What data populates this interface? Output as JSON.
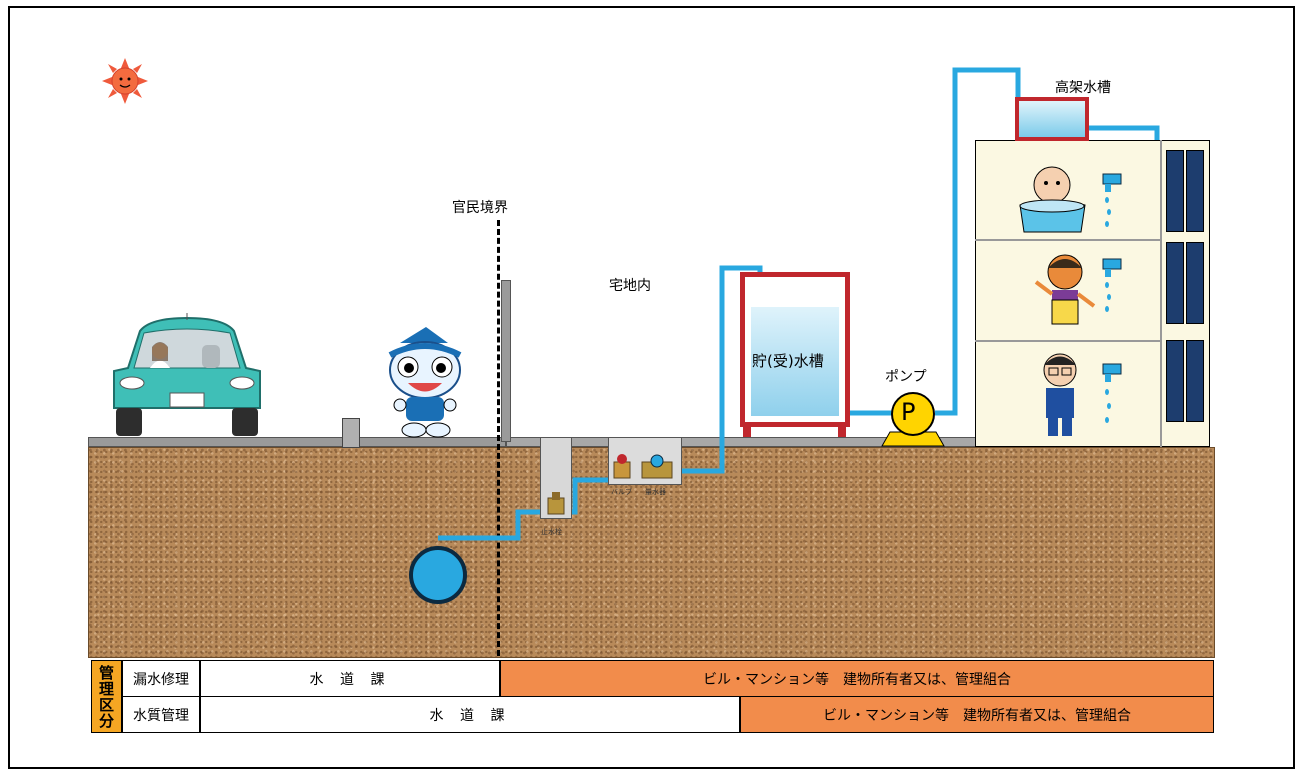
{
  "labels": {
    "boundary": "官民境界",
    "premises": "宅地内",
    "storage_tank": "貯(受)水槽",
    "pump": "ポンプ",
    "pump_letter": "P",
    "elevated_tank": "高架水槽",
    "stop_valve": "止水栓",
    "valve": "バルブ",
    "meter": "量水器"
  },
  "table": {
    "header": [
      "管",
      "理",
      "区",
      "分"
    ],
    "rows": [
      {
        "label": "漏水修理",
        "public": "水 道 課",
        "private": "ビル・マンション等　建物所有者又は、管理組合"
      },
      {
        "label": "水質管理",
        "public": "水 道 課",
        "private": "ビル・マンション等　建物所有者又は、管理組合"
      }
    ]
  },
  "colors": {
    "pipe": "#29a8e0",
    "ground": "#b88a5a",
    "responsibility_private": "#f28c4b",
    "header": "#f5a623",
    "tank_frame": "#c0272d",
    "pump": "#ffd400"
  },
  "icons": [
    "sun-icon",
    "car-icon",
    "mascot-icon",
    "water-main-icon",
    "stop-valve-icon",
    "meter-icon",
    "pump-icon",
    "faucet-icon"
  ]
}
